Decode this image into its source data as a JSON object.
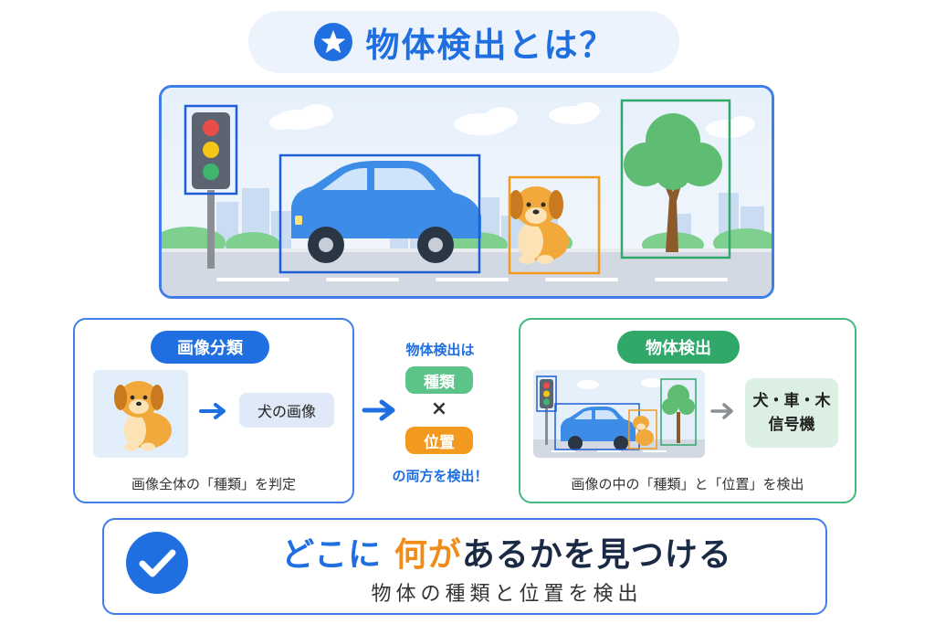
{
  "title": {
    "text": "物体検出とは？",
    "icon": "star-icon",
    "accent": "#1f6fe0"
  },
  "left_panel": {
    "badge": "画像分類",
    "result_label": "犬の画像",
    "caption": "画像全体の「種類」を判定"
  },
  "middle": {
    "line1": "物体検出は",
    "tag_kind": "種類",
    "times": "×",
    "tag_position": "位置",
    "line2": "の両方を検出！"
  },
  "right_panel": {
    "badge": "物体検出",
    "result_line1": "犬・車・木",
    "result_line2": "信号機",
    "caption": "画像の中の「種類」と「位置」を検出"
  },
  "bottom": {
    "headline_part1": "どこに",
    "headline_part2": "何",
    "headline_part3": "が",
    "headline_part4": "あるかを見つける",
    "subline": "物体の種類と位置を検出",
    "icon": "check-circle-icon"
  },
  "colors": {
    "blue": "#1f6fe0",
    "green": "#2fa86a",
    "orange": "#f39a1e",
    "frame_blue": "#3e7ee8"
  }
}
